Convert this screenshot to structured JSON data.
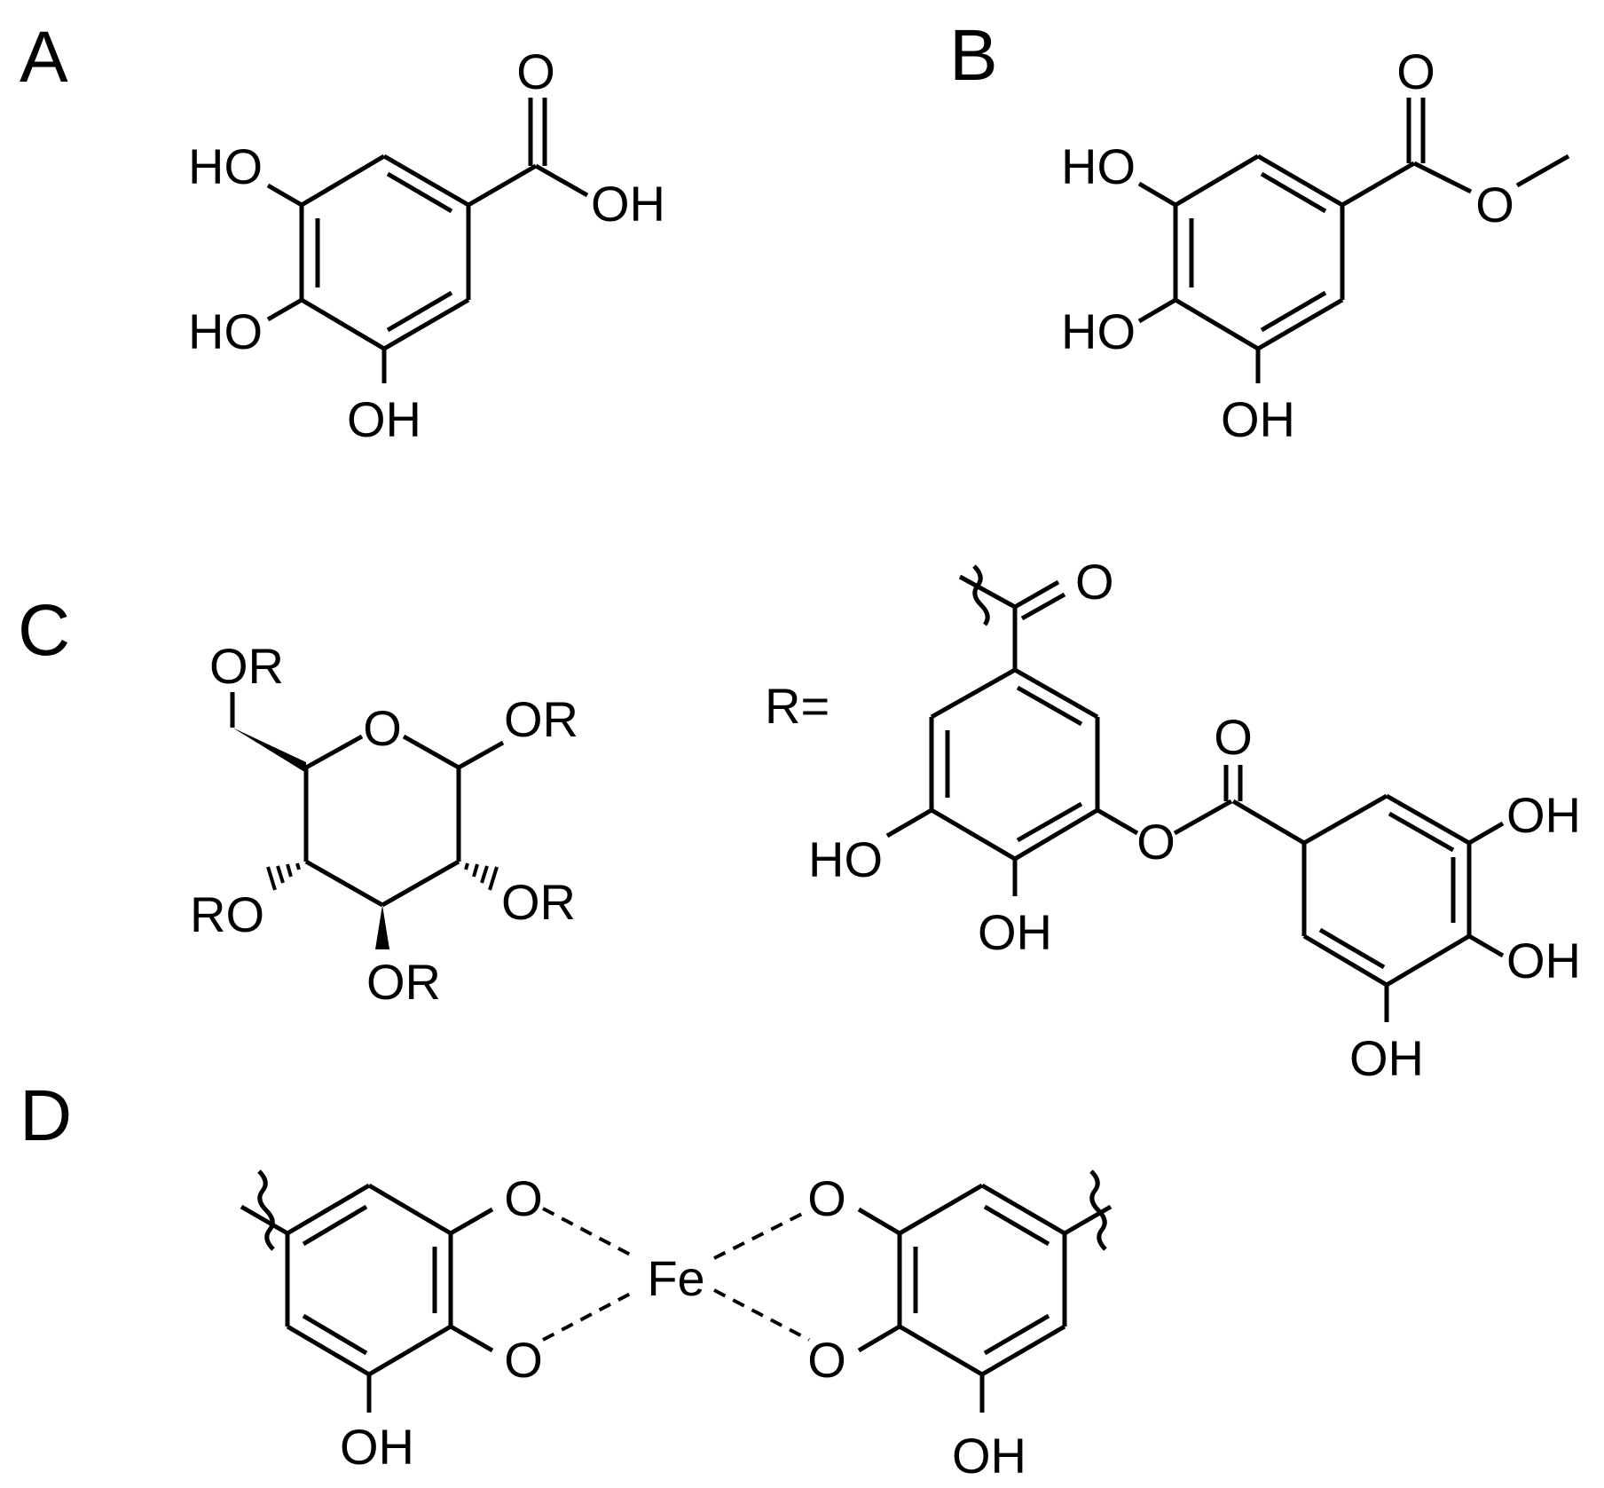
{
  "panels": {
    "a": {
      "label": "A",
      "atoms": {
        "carbonyl_o": "O",
        "acid_oh": "OH",
        "ho_upper": "HO",
        "ho_middle": "HO",
        "oh_bottom": "OH"
      }
    },
    "b": {
      "label": "B",
      "atoms": {
        "carbonyl_o": "O",
        "ester_o": "O",
        "ho_upper": "HO",
        "ho_middle": "HO",
        "oh_bottom": "OH"
      }
    },
    "c": {
      "label": "C",
      "r_def": "R=",
      "sugar_atoms": {
        "or_6": "OR",
        "ring_o": "O",
        "or_1": "OR",
        "or_2": "OR",
        "or_3": "OR",
        "ro_4": "RO"
      },
      "r_atoms": {
        "carbonyl_o": "O",
        "ho_left": "HO",
        "oh_lower": "OH",
        "ester_o": "O",
        "carbonyl2_o": "O",
        "oh_top": "OH",
        "oh_mid": "OH",
        "oh_bottom": "OH"
      }
    },
    "d": {
      "label": "D",
      "metal": "Fe",
      "atoms": {
        "o_left_top": "O",
        "o_left_bottom": "O",
        "o_right_top": "O",
        "o_right_bottom": "O",
        "oh_left": "OH",
        "oh_right": "OH"
      }
    }
  }
}
